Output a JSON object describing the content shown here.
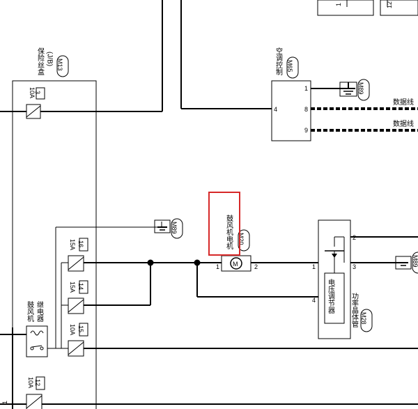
{
  "diagram": {
    "junction_box": {
      "name": "保险丝盒",
      "sub": "(J/B)",
      "connector": "M13",
      "fuses": [
        {
          "amp": "10A",
          "no": "3"
        },
        {
          "amp": "15A",
          "no": "16"
        },
        {
          "amp": "15A",
          "no": "14"
        },
        {
          "amp": "10A",
          "no": "15"
        },
        {
          "amp": "10A",
          "no": "12"
        }
      ],
      "relay_label_1": "鼓风机",
      "relay_label_2": "继电器"
    },
    "ac_control": {
      "name": "空调控制",
      "connector": "M65",
      "pins": {
        "left": "4",
        "p1": "1",
        "p8": "8",
        "p9": "9"
      },
      "ground_connector": "M89",
      "data_line_1": "数据线",
      "data_line_2": "数据线"
    },
    "blower_motor": {
      "name": "鼓风机电机",
      "connector": "M20",
      "pin1": "1",
      "pin2": "2",
      "motor_symbol": "M"
    },
    "top_ground_connector": "M89",
    "power_transistor": {
      "name": "功率晶体管",
      "connector": "M28",
      "regulator": "电压调节器",
      "pin1": "1",
      "pin2": "2",
      "pin3": "3",
      "pin4": "4",
      "right_ground_connector": "M89"
    },
    "top_connector": {
      "pin_a": "1",
      "pin_b": "12"
    },
    "bottom_left_pin": "1",
    "highlight_color": "#d62828"
  }
}
